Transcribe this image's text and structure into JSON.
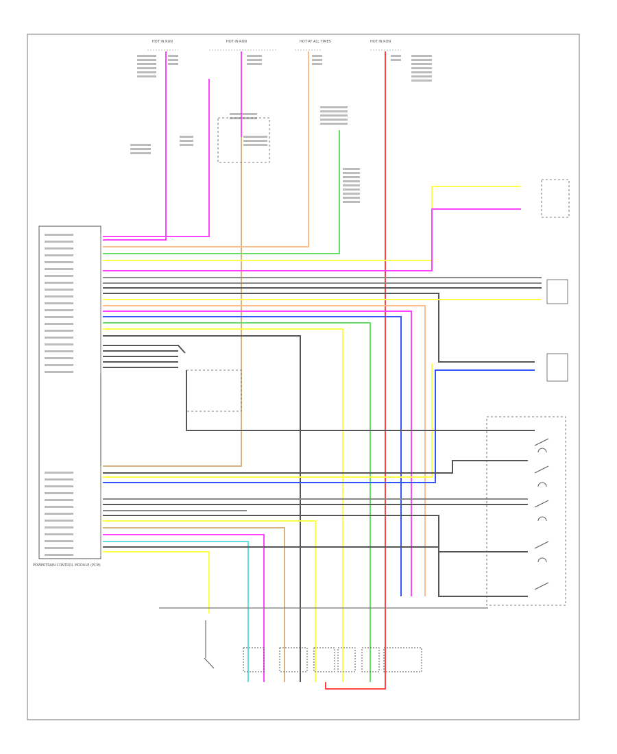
{
  "diagram": {
    "fuse_labels": [
      "HOT IN RUN",
      "HOT IN RUN",
      "HOT AT ALL TIMES",
      "HOT IN RUN"
    ],
    "pcm_label": "POWERTRAIN CONTROL MODULE (PCM)",
    "corner_code": "",
    "colors": {
      "pink": "#ff44ff",
      "orange": "#ffbb88",
      "green": "#66dd66",
      "red": "#ff4444",
      "yellow": "#ffff44",
      "blue": "#3355ff",
      "gray": "#888888",
      "tan": "#d6b37a",
      "black": "#555555",
      "lightblue": "#66dddd"
    }
  }
}
